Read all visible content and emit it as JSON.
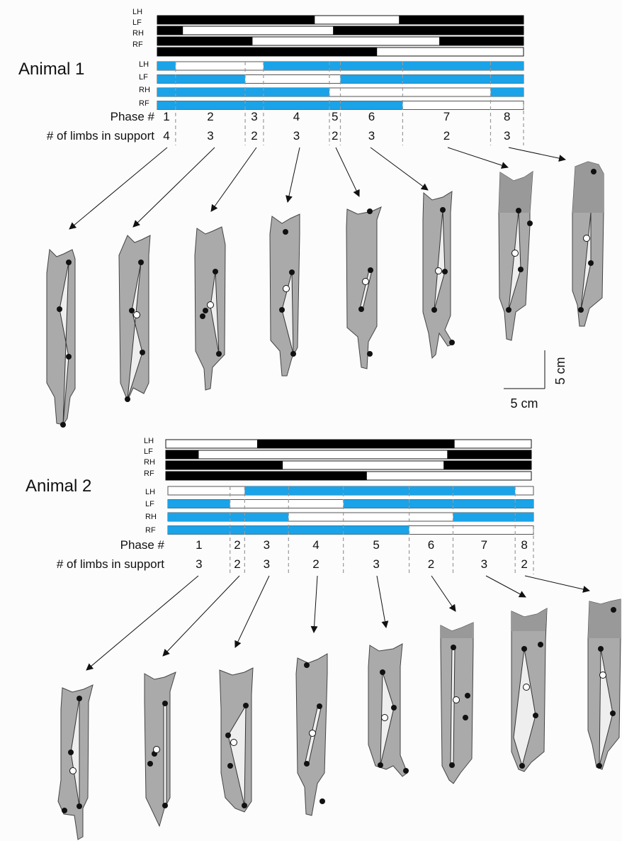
{
  "limb_labels": [
    "LH",
    "LF",
    "RH",
    "RF"
  ],
  "phase_label": "Phase #",
  "support_label": "# of limbs in support",
  "scale_bar": {
    "vertical_label": "5 cm",
    "horizontal_label": "5 cm"
  },
  "colors": {
    "stance": "#000000",
    "support": "#1aa3e8",
    "body": "#aaaaaa",
    "head": "#999999",
    "polygon": "#eeeeee",
    "paw": "#111111",
    "arrow": "#111111",
    "divider": "#999999"
  },
  "animals": [
    {
      "title": "Animal 1",
      "stance_limbs": [
        {
          "limb": "LH",
          "stance": [
            [
              0,
              0.43
            ],
            [
              0.66,
              1.0
            ]
          ]
        },
        {
          "limb": "LF",
          "stance": [
            [
              0,
              0.07
            ],
            [
              0.48,
              1.0
            ]
          ]
        },
        {
          "limb": "RH",
          "stance": [
            [
              0,
              0.26
            ],
            [
              0.77,
              1.0
            ]
          ]
        },
        {
          "limb": "RF",
          "stance": [
            [
              0,
              0.6
            ]
          ]
        }
      ],
      "support_limbs": [
        {
          "limb": "LH",
          "support": [
            [
              0,
              0.05
            ],
            [
              0.29,
              1.0
            ]
          ]
        },
        {
          "limb": "LF",
          "support": [
            [
              0,
              0.24
            ],
            [
              0.5,
              1.0
            ]
          ]
        },
        {
          "limb": "RH",
          "support": [
            [
              0,
              0.47
            ],
            [
              0.91,
              1.0
            ]
          ]
        },
        {
          "limb": "RF",
          "support": [
            [
              0,
              0.67
            ]
          ]
        }
      ],
      "phases": [
        "1",
        "2",
        "3",
        "4",
        "5",
        "6",
        "7",
        "8"
      ],
      "limbs_in_support": [
        "4",
        "3",
        "2",
        "3",
        "2",
        "3",
        "2",
        "3"
      ],
      "phase_bounds": [
        0,
        0.05,
        0.24,
        0.29,
        0.47,
        0.5,
        0.67,
        0.91,
        1.0
      ]
    },
    {
      "title": "Animal 2",
      "stance_limbs": [
        {
          "limb": "LH",
          "stance": [
            [
              0.25,
              0.79
            ]
          ]
        },
        {
          "limb": "LF",
          "stance": [
            [
              0,
              0.09
            ],
            [
              0.77,
              1.0
            ]
          ]
        },
        {
          "limb": "RH",
          "stance": [
            [
              0,
              0.32
            ],
            [
              0.76,
              1.0
            ]
          ]
        },
        {
          "limb": "RF",
          "stance": [
            [
              0,
              0.55
            ]
          ]
        }
      ],
      "support_limbs": [
        {
          "limb": "LH",
          "support": [
            [
              0.21,
              0.95
            ]
          ]
        },
        {
          "limb": "LF",
          "support": [
            [
              0,
              0.17
            ],
            [
              0.48,
              1.0
            ]
          ]
        },
        {
          "limb": "RH",
          "support": [
            [
              0,
              0.33
            ],
            [
              0.78,
              1.0
            ]
          ]
        },
        {
          "limb": "RF",
          "support": [
            [
              0,
              0.66
            ]
          ]
        }
      ],
      "phases": [
        "1",
        "2",
        "3",
        "4",
        "5",
        "6",
        "7",
        "8"
      ],
      "limbs_in_support": [
        "3",
        "2",
        "3",
        "2",
        "3",
        "2",
        "3",
        "2"
      ],
      "phase_bounds": [
        0,
        0.17,
        0.21,
        0.33,
        0.48,
        0.66,
        0.78,
        0.95,
        1.0
      ]
    }
  ]
}
